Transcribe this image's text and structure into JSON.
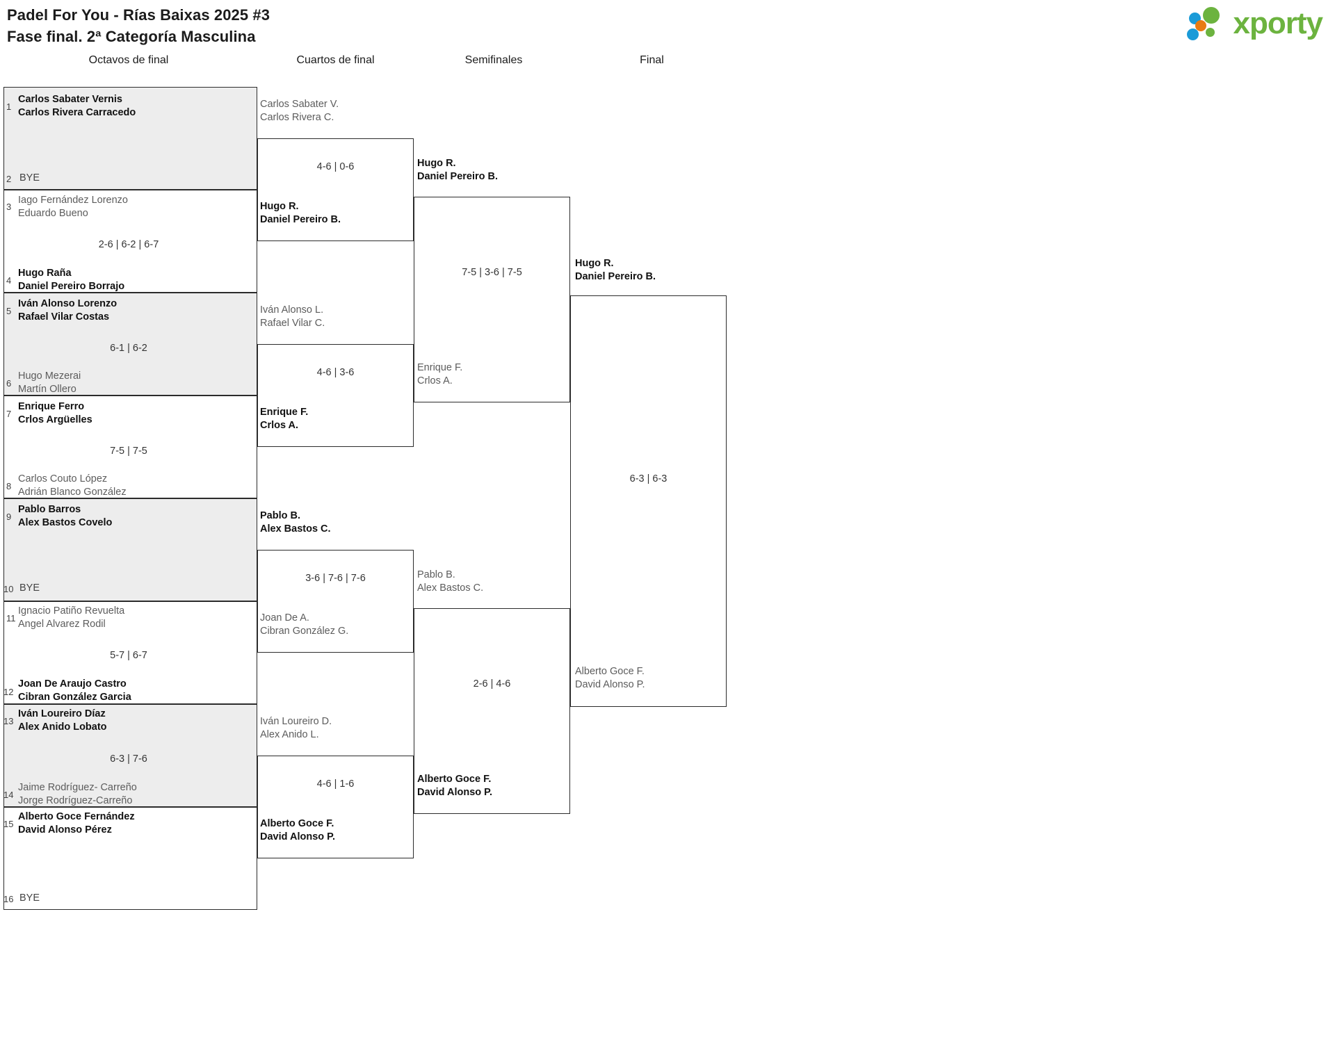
{
  "header": {
    "title_line1": "Padel For You - Rías Baixas 2025 #3",
    "title_line2": "Fase final. 2ª Categoría Masculina",
    "logo_text": "xporty",
    "logo_colors": {
      "green": "#6cb33f",
      "orange": "#e87b13",
      "blue": "#1b9bd8"
    }
  },
  "columns": [
    {
      "label": "Octavos de final"
    },
    {
      "label": "Cuartos de final"
    },
    {
      "label": "Semifinales"
    },
    {
      "label": "Final"
    }
  ],
  "bye_label": "BYE",
  "round_of_16": {
    "matches": [
      {
        "shaded": true,
        "score": "",
        "top": {
          "seed": "1",
          "lines": [
            "Carlos Sabater Vernis",
            "Carlos Rivera Carracedo"
          ],
          "result": "win"
        },
        "bottom": {
          "seed": "2",
          "lines": [
            "BYE"
          ],
          "result": "bye"
        }
      },
      {
        "shaded": false,
        "score": "2-6 | 6-2 | 6-7",
        "top": {
          "seed": "3",
          "lines": [
            "Iago Fernández Lorenzo",
            "Eduardo Bueno"
          ],
          "result": "lose"
        },
        "bottom": {
          "seed": "4",
          "lines": [
            "Hugo Raña",
            "Daniel Pereiro Borrajo"
          ],
          "result": "win"
        }
      },
      {
        "shaded": true,
        "score": "6-1 | 6-2",
        "top": {
          "seed": "5",
          "lines": [
            "Iván Alonso Lorenzo",
            "Rafael Vilar Costas"
          ],
          "result": "win"
        },
        "bottom": {
          "seed": "6",
          "lines": [
            "Hugo Mezerai",
            "Martín Ollero"
          ],
          "result": "lose"
        }
      },
      {
        "shaded": false,
        "score": "7-5 | 7-5",
        "top": {
          "seed": "7",
          "lines": [
            "Enrique Ferro",
            "Crlos Argüelles"
          ],
          "result": "win"
        },
        "bottom": {
          "seed": "8",
          "lines": [
            "Carlos Couto López",
            "Adrián Blanco González"
          ],
          "result": "lose"
        }
      },
      {
        "shaded": true,
        "score": "",
        "top": {
          "seed": "9",
          "lines": [
            "Pablo Barros",
            "Alex Bastos Covelo"
          ],
          "result": "win"
        },
        "bottom": {
          "seed": "10",
          "lines": [
            "BYE"
          ],
          "result": "bye"
        }
      },
      {
        "shaded": false,
        "score": "5-7 | 6-7",
        "top": {
          "seed": "11",
          "lines": [
            "Ignacio Patiño Revuelta",
            "Angel Alvarez Rodil"
          ],
          "result": "lose"
        },
        "bottom": {
          "seed": "12",
          "lines": [
            "Joan De Araujo Castro",
            "Cibran González Garcia"
          ],
          "result": "win"
        }
      },
      {
        "shaded": true,
        "score": "6-3 | 7-6",
        "top": {
          "seed": "13",
          "lines": [
            "Iván Loureiro Díaz",
            "Alex Anido Lobato"
          ],
          "result": "win"
        },
        "bottom": {
          "seed": "14",
          "lines": [
            "Jaime Rodríguez- Carreño",
            "Jorge Rodríguez-Carreño"
          ],
          "result": "lose"
        }
      },
      {
        "shaded": false,
        "score": "",
        "top": {
          "seed": "15",
          "lines": [
            "Alberto Goce Fernández",
            "David Alonso Pérez"
          ],
          "result": "win"
        },
        "bottom": {
          "seed": "16",
          "lines": [
            "BYE"
          ],
          "result": "bye"
        }
      }
    ]
  },
  "quarter_finals": {
    "matches": [
      {
        "score": "4-6 | 0-6",
        "top": {
          "lines": [
            "Carlos Sabater V.",
            "Carlos Rivera C."
          ],
          "result": "lose"
        },
        "bottom": {
          "lines": [
            "Hugo R.",
            "Daniel Pereiro B."
          ],
          "result": "win"
        }
      },
      {
        "score": "4-6 | 3-6",
        "top": {
          "lines": [
            "Iván Alonso L.",
            "Rafael Vilar C."
          ],
          "result": "lose"
        },
        "bottom": {
          "lines": [
            "Enrique F.",
            "Crlos A."
          ],
          "result": "win"
        }
      },
      {
        "score": "3-6 | 7-6 | 7-6",
        "top": {
          "lines": [
            "Pablo B.",
            "Alex Bastos C."
          ],
          "result": "win"
        },
        "bottom": {
          "lines": [
            "Joan De A.",
            "Cibran González G."
          ],
          "result": "lose"
        }
      },
      {
        "score": "4-6 | 1-6",
        "top": {
          "lines": [
            "Iván Loureiro D.",
            "Alex Anido L."
          ],
          "result": "lose"
        },
        "bottom": {
          "lines": [
            "Alberto Goce F.",
            "David Alonso P."
          ],
          "result": "win"
        }
      }
    ]
  },
  "semi_finals": {
    "matches": [
      {
        "score": "7-5 | 3-6 | 7-5",
        "top": {
          "lines": [
            "Hugo R.",
            "Daniel Pereiro B."
          ],
          "result": "win"
        },
        "bottom": {
          "lines": [
            "Enrique F.",
            "Crlos A."
          ],
          "result": "lose"
        }
      },
      {
        "score": "2-6 | 4-6",
        "top": {
          "lines": [
            "Pablo B.",
            "Alex Bastos C."
          ],
          "result": "lose"
        },
        "bottom": {
          "lines": [
            "Alberto Goce F.",
            "David Alonso P."
          ],
          "result": "win"
        }
      }
    ]
  },
  "final": {
    "match": {
      "score": "6-3 | 6-3",
      "top": {
        "lines": [
          "Hugo R.",
          "Daniel Pereiro B."
        ],
        "result": "win"
      },
      "bottom": {
        "lines": [
          "Alberto Goce F.",
          "David Alonso P."
        ],
        "result": "lose"
      }
    }
  }
}
